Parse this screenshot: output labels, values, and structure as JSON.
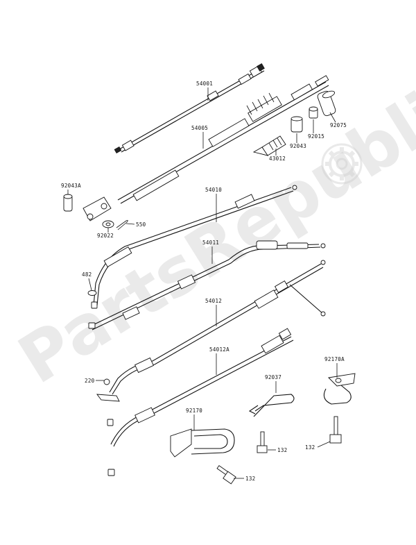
{
  "diagram": {
    "watermark": "PartsRepublik",
    "parts": [
      {
        "id": "p54001",
        "label": "54001"
      },
      {
        "id": "p54005",
        "label": "54005"
      },
      {
        "id": "p92075",
        "label": "92075"
      },
      {
        "id": "p92015",
        "label": "92015"
      },
      {
        "id": "p92043",
        "label": "92043"
      },
      {
        "id": "p43012",
        "label": "43012"
      },
      {
        "id": "p92043A",
        "label": "92043A"
      },
      {
        "id": "p54010",
        "label": "54010"
      },
      {
        "id": "p550",
        "label": "550"
      },
      {
        "id": "p92022",
        "label": "92022"
      },
      {
        "id": "p54011",
        "label": "54011"
      },
      {
        "id": "p482",
        "label": "482"
      },
      {
        "id": "p54012",
        "label": "54012"
      },
      {
        "id": "p54012A",
        "label": "54012A"
      },
      {
        "id": "p92170A",
        "label": "92170A"
      },
      {
        "id": "p92037",
        "label": "92037"
      },
      {
        "id": "p220",
        "label": "220"
      },
      {
        "id": "p92170",
        "label": "92170"
      },
      {
        "id": "p132a",
        "label": "132"
      },
      {
        "id": "p132b",
        "label": "132"
      },
      {
        "id": "p132c",
        "label": "132"
      }
    ]
  }
}
